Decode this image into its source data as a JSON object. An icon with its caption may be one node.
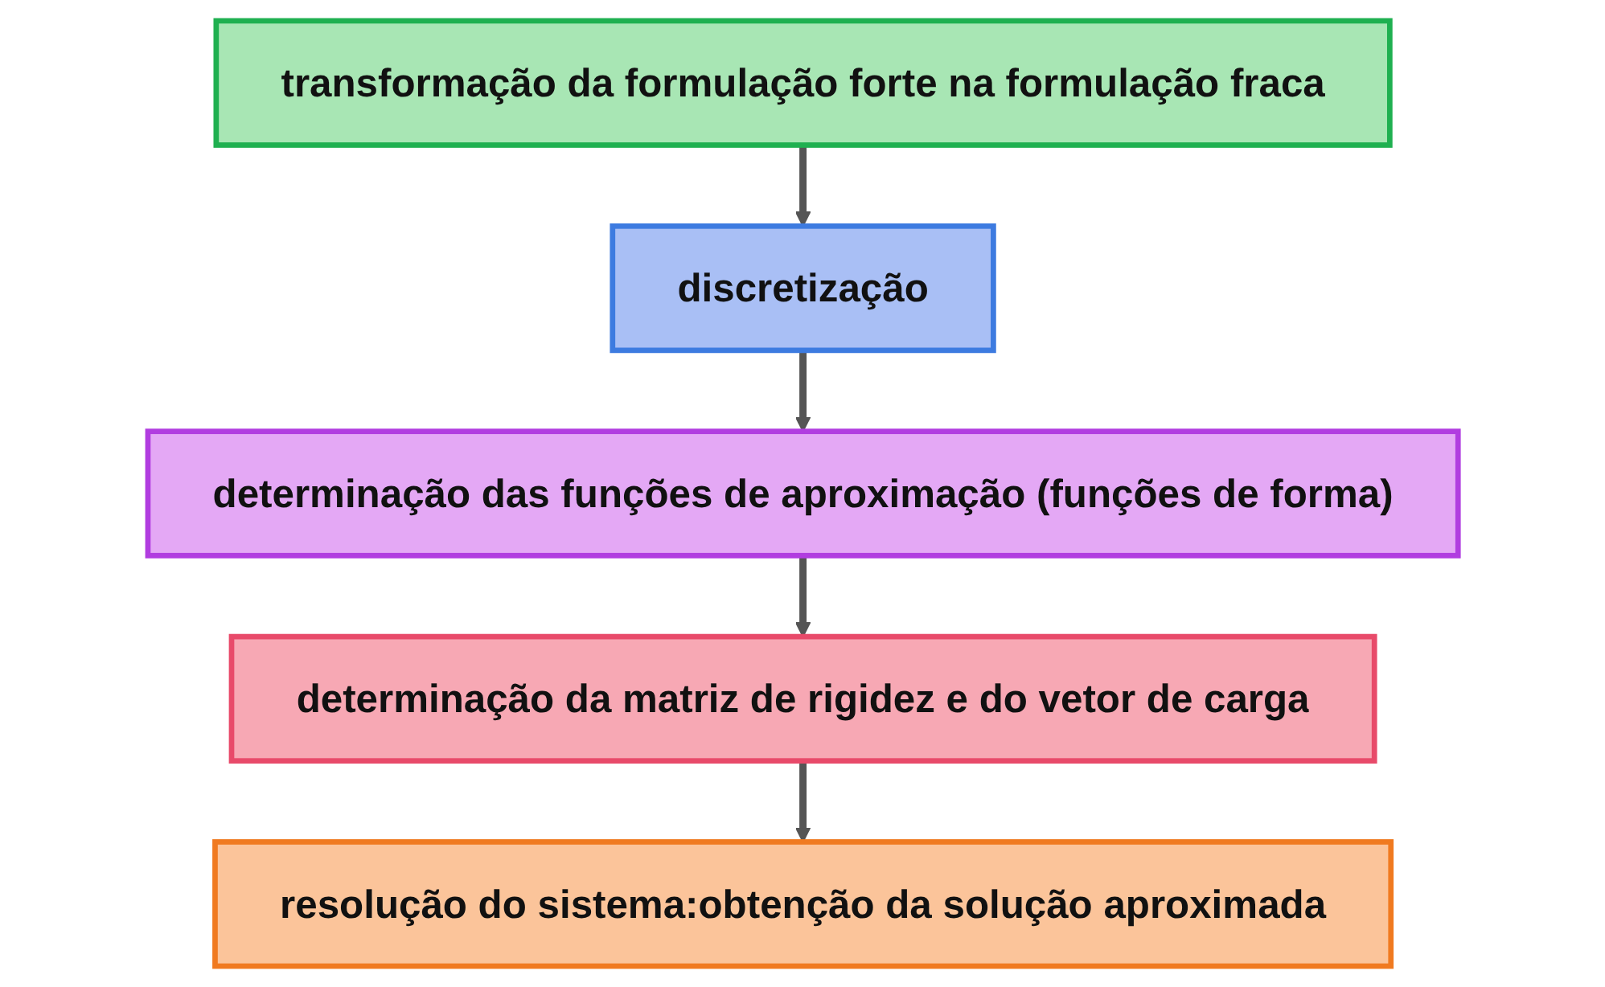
{
  "diagram": {
    "nodes": [
      {
        "text": [
          "transformação da formulação forte na formulação fraca"
        ]
      },
      {
        "text": [
          "discretização"
        ]
      },
      {
        "text": [
          "determinação das funções de aproximação (funções de forma)"
        ]
      },
      {
        "text": [
          "determinação da matriz de rigidez e do vetor de carga"
        ]
      },
      {
        "text": [
          "resolução do sistema:obtenção da solução aproximada"
        ]
      }
    ],
    "edges": [
      {
        "from": 0,
        "to": 1,
        "arrow": "to"
      },
      {
        "from": 1,
        "to": 2,
        "arrow": "to"
      },
      {
        "from": 2,
        "to": 3,
        "arrow": "to"
      },
      {
        "from": 3,
        "to": 4,
        "arrow": "to"
      }
    ]
  }
}
